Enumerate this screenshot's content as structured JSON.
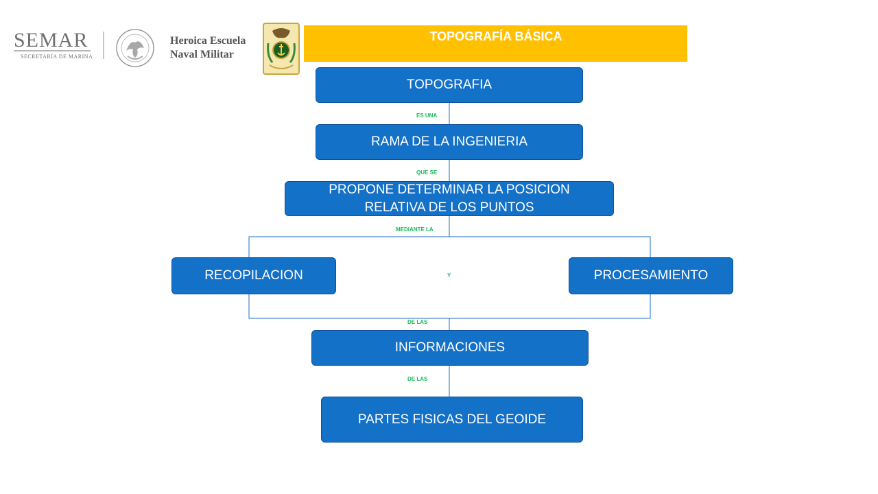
{
  "header": {
    "semar_logo_text": "SEMAR",
    "semar_subtitle": "SECRETARÍA DE MARINA",
    "school_name_line1": "Heroica Escuela",
    "school_name_line2": "Naval Militar",
    "seal_icon": "national-seal-icon",
    "badge_icon": "naval-school-crest-icon",
    "colors": {
      "logo_gray": "#6f6f6f",
      "semar_red": "#c4122f",
      "semar_green": "#2e8b57"
    }
  },
  "banner": {
    "title": "TOPOGRAFÍA BÁSICA",
    "color": "#ffc000"
  },
  "diagram": {
    "colors": {
      "node_fill": "#1471c8",
      "line": "#1a6fc4",
      "label": "#1db85a"
    },
    "nodes": {
      "topografia": "TOPOGRAFIA",
      "rama": "RAMA DE LA INGENIERIA",
      "propone": "PROPONE DETERMINAR LA POSICION RELATIVA DE LOS PUNTOS",
      "recopilacion": "RECOPILACION",
      "procesamiento": "PROCESAMIENTO",
      "informaciones": "INFORMACIONES",
      "partes": "PARTES FISICAS DEL GEOIDE"
    },
    "labels": {
      "es_una": "ES UNA",
      "que_se": "QUE SE",
      "mediante_la": "MEDIANTE LA",
      "y": "Y",
      "de_las_1": "DE LAS",
      "de_las_2": "DE LAS"
    }
  }
}
